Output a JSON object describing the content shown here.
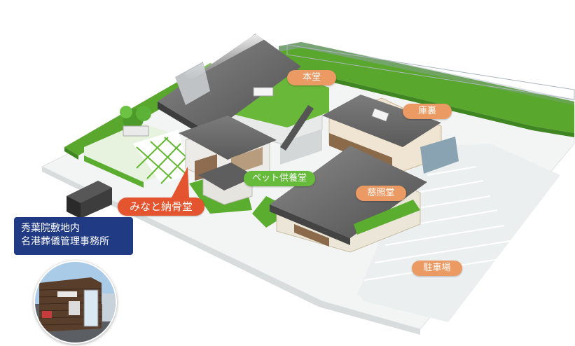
{
  "labels": {
    "hondo": "本堂",
    "kuri": "庫裏",
    "pet_kuyodo": "ペット供養堂",
    "minato_nokotsudo": "みなと納骨堂",
    "jishodo": "慈照堂",
    "parking": "駐車場",
    "office_line1": "秀葉院敷地内",
    "office_line2": "名港葬儀管理事務所"
  },
  "colors": {
    "label_orange": "#ec9a63",
    "label_red": "#e4542f",
    "label_green": "#66bb3a",
    "office_navy": "#203a83",
    "lawn_green": "#5aad2f",
    "roof_gray": "#6e6e6e"
  },
  "icons": {
    "office_photo": "office-building-photo"
  }
}
